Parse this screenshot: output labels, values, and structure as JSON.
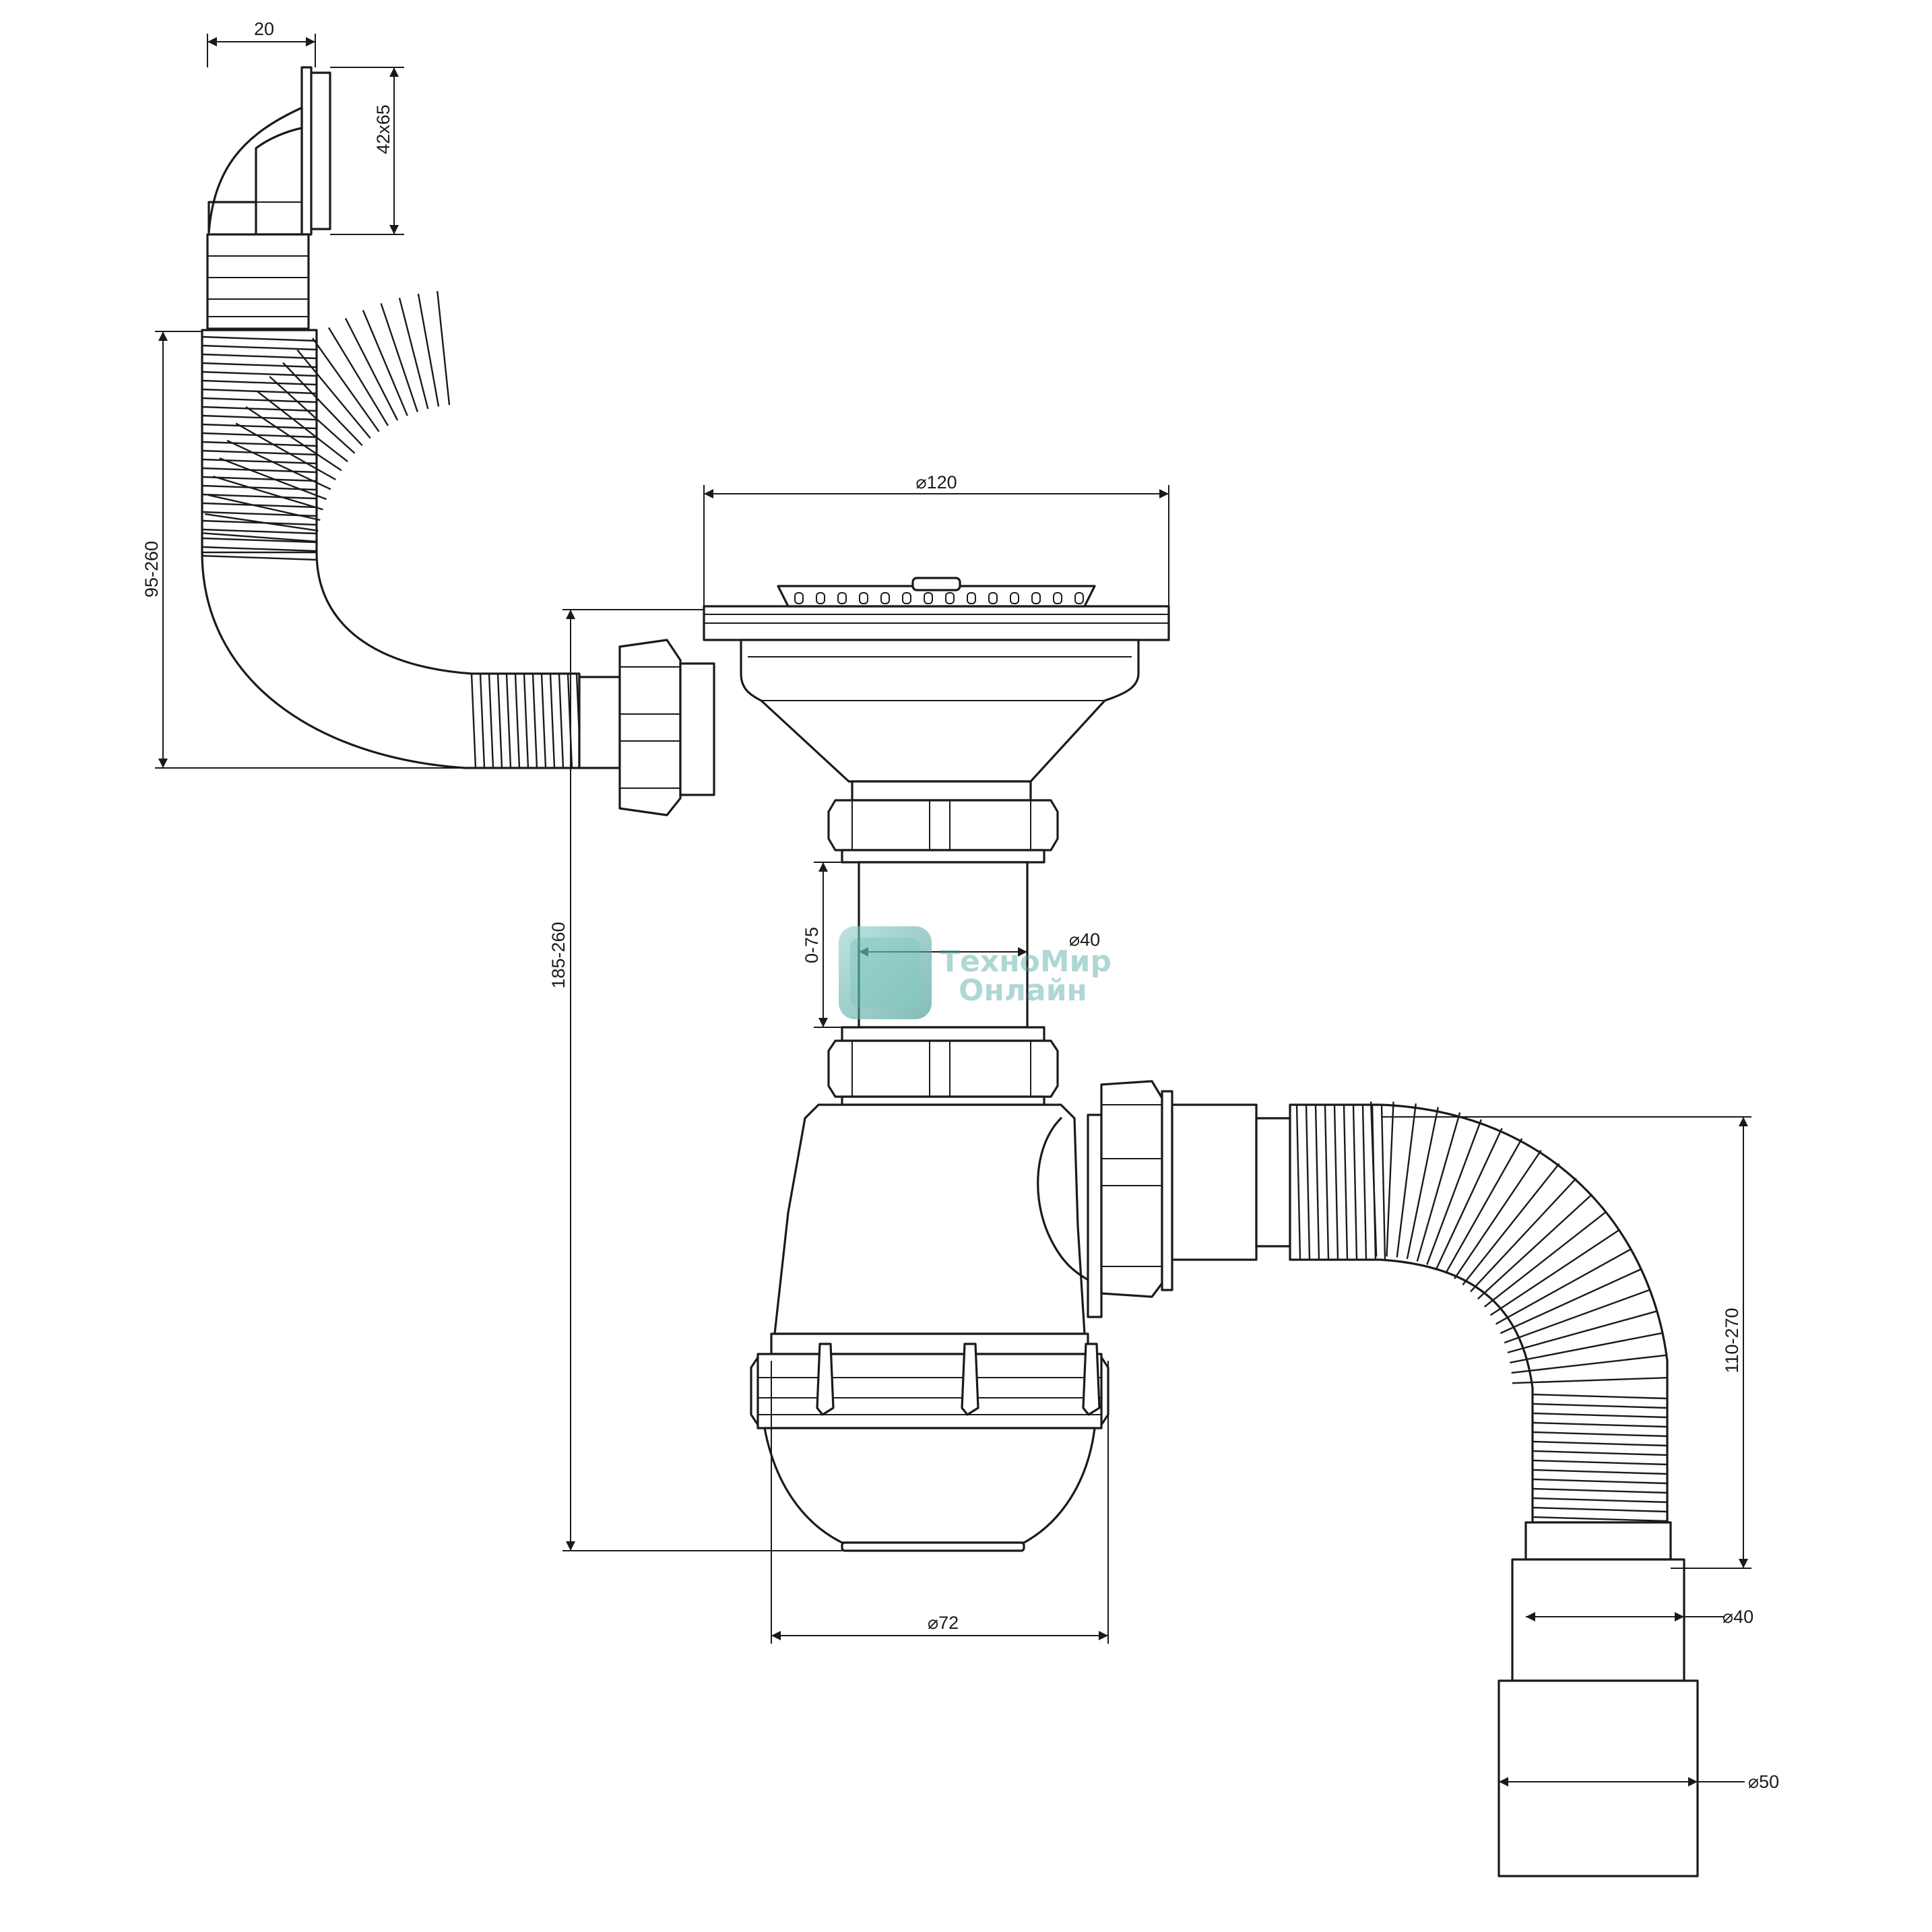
{
  "dimensions": {
    "overflow_width": "20",
    "overflow_size": "42х65",
    "overflow_hose_length": "95-260",
    "strainer_diameter": "120",
    "total_height": "185-260",
    "extension_range": "0-75",
    "pipe_diameter": "40",
    "bottle_diameter": "72",
    "outlet_hose_length": "110-270",
    "outlet_diameter_small": "40",
    "outlet_diameter_large": "50"
  },
  "symbols": {
    "diameter": "⌀"
  },
  "watermark": {
    "line1": "ТехноМир",
    "line2": "Онлайн",
    "color": "#3d9e98"
  }
}
